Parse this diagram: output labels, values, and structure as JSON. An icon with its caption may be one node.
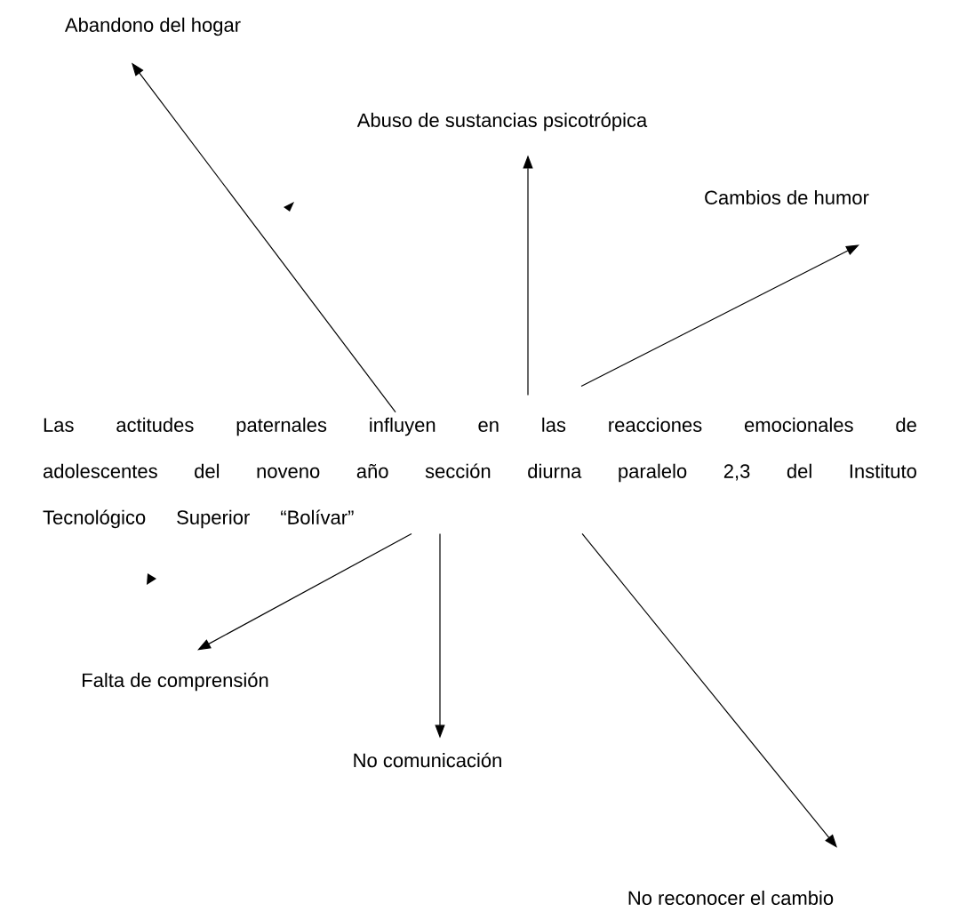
{
  "diagram": {
    "nodes": [
      {
        "text": [
          "Abandono del hogar"
        ]
      },
      {
        "text": [
          "Abuso de sustancias psicotrópica"
        ]
      },
      {
        "text": [
          "Cambios de humor"
        ]
      },
      {
        "text": [
          "Las actitudes paternales influyen en las reacciones emocionales de adolescentes del noveno año sección diurna paralelo 2,3 del Instituto Tecnológico Superior “Bolívar”"
        ]
      },
      {
        "text": [
          "Falta de comprensión"
        ]
      },
      {
        "text": [
          "No comunicación"
        ]
      },
      {
        "text": [
          "No reconocer el cambio"
        ]
      }
    ],
    "edges": [
      {
        "from": 3,
        "to": 0,
        "arrow": "to"
      },
      {
        "from": 3,
        "to": 1,
        "arrow": "to"
      },
      {
        "from": 3,
        "to": 2,
        "arrow": "to"
      },
      {
        "from": 3,
        "to": 4,
        "arrow": "to"
      },
      {
        "from": 3,
        "to": 5,
        "arrow": "to"
      },
      {
        "from": 3,
        "to": 6,
        "arrow": "to"
      }
    ]
  }
}
